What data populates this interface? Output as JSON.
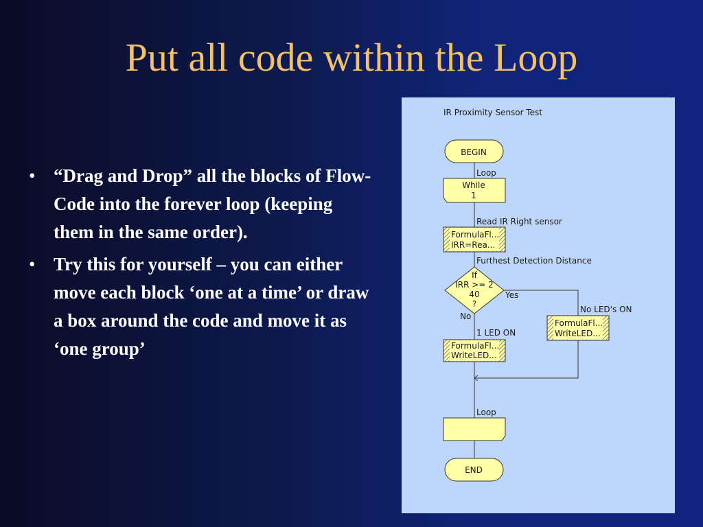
{
  "slide": {
    "title": "Put all code within the Loop",
    "bullets": [
      "“Drag and Drop” all the blocks of Flow-Code into the forever loop (keeping them in the same order).",
      "Try this for yourself – you can either move each block ‘one at a time’ or draw a box around the code and move it as ‘one group’"
    ],
    "bullet_glyph": "•"
  },
  "flowchart": {
    "title": "IR Proximity Sensor Test",
    "begin": "BEGIN",
    "loop_top_label": "Loop",
    "while_line1": "While",
    "while_line2": "1",
    "read_label": "Read IR Right sensor",
    "read_line1": "FormulaFl...",
    "read_line2": "IRR=Rea...",
    "decision_label": "Furthest Detection Distance",
    "decision_line1": "If",
    "decision_line2": "IRR >= 2",
    "decision_line3": "40",
    "decision_line4": "?",
    "yes": "Yes",
    "no": "No",
    "no_leds_label": "No LED's ON",
    "no_leds_line1": "FormulaFl...",
    "no_leds_line2": "WriteLED...",
    "one_led_label": "1 LED ON",
    "one_led_line1": "FormulaFl...",
    "one_led_line2": "WriteLED...",
    "loop_bottom_label": "Loop",
    "end": "END",
    "colors": {
      "panel": "#bfd6fb",
      "block_fill": "#ffffa8",
      "line": "#333333"
    }
  }
}
